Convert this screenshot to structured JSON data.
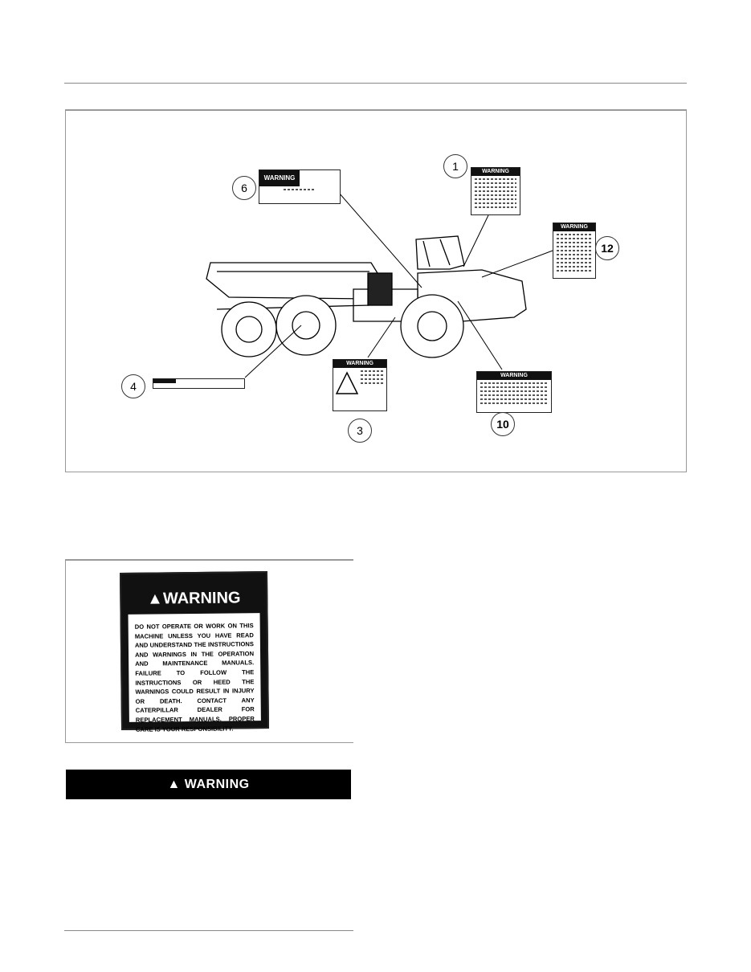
{
  "figure1": {
    "callouts": [
      "1",
      "3",
      "4",
      "6",
      "10",
      "12"
    ],
    "decal_header": "WARNING"
  },
  "figure2": {
    "decal_title": "WARNING",
    "decal_text": "DO NOT OPERATE OR WORK ON THIS MACHINE UNLESS YOU HAVE READ AND UNDERSTAND THE INSTRUCTIONS AND WARNINGS IN THE OPERATION AND MAINTENANCE MANUALS. FAILURE TO FOLLOW THE INSTRUCTIONS OR HEED THE WARNINGS COULD RESULT IN INJURY OR DEATH. CONTACT ANY CATERPILLAR DEALER FOR REPLACEMENT MANUALS. PROPER CARE IS YOUR RESPONSIBILITY."
  },
  "warning_banner": {
    "label": "WARNING",
    "icon": "warning-triangle-icon"
  }
}
